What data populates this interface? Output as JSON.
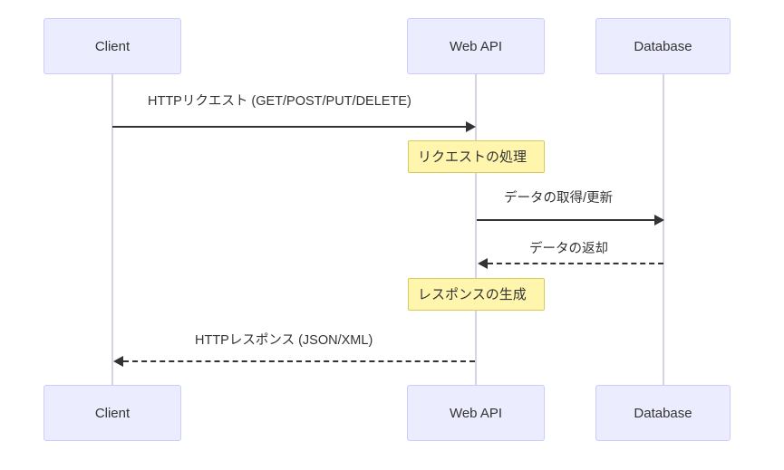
{
  "diagram": {
    "type": "sequence-diagram",
    "title": "",
    "colors": {
      "actor_fill": "#ECECFF",
      "actor_border": "#CCCCFF",
      "lifeline": "#D7D2E8",
      "note_fill": "#FFF5AD",
      "note_border": "#D6CA5F",
      "arrow": "#333333",
      "text": "#333333",
      "background": "#FFFFFF"
    },
    "participants": [
      {
        "id": "client",
        "label": "Client"
      },
      {
        "id": "webapi",
        "label": "Web API"
      },
      {
        "id": "database",
        "label": "Database"
      }
    ],
    "participants_bottom": [
      {
        "id": "client",
        "label": "Client"
      },
      {
        "id": "webapi",
        "label": "Web API"
      },
      {
        "id": "database",
        "label": "Database"
      }
    ],
    "messages": [
      {
        "id": "m1",
        "from": "client",
        "to": "webapi",
        "label": "HTTPリクエスト (GET/POST/PUT/DELETE)",
        "style": "solid",
        "direction": "right"
      },
      {
        "id": "m2",
        "from": "webapi",
        "to": "database",
        "label": "データの取得/更新",
        "style": "solid",
        "direction": "right"
      },
      {
        "id": "m3",
        "from": "database",
        "to": "webapi",
        "label": "データの返却",
        "style": "dashed",
        "direction": "left"
      },
      {
        "id": "m4",
        "from": "webapi",
        "to": "client",
        "label": "HTTPレスポンス (JSON/XML)",
        "style": "dashed",
        "direction": "left"
      }
    ],
    "notes": [
      {
        "id": "n1",
        "over": "webapi",
        "label": "リクエストの処理"
      },
      {
        "id": "n2",
        "over": "webapi",
        "label": "レスポンスの生成"
      }
    ]
  }
}
